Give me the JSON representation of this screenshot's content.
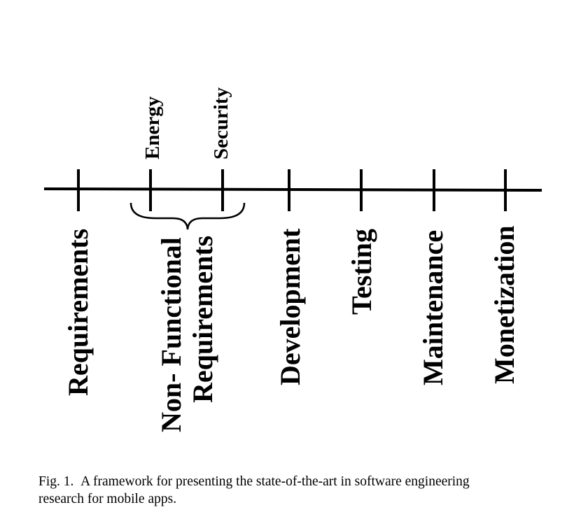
{
  "stages": [
    {
      "id": "requirements",
      "label": "Requirements"
    },
    {
      "id": "non-functional",
      "label_lines": [
        "Non- Functional",
        "Requirements"
      ]
    },
    {
      "id": "development",
      "label": "Development"
    },
    {
      "id": "testing",
      "label": "Testing"
    },
    {
      "id": "maintenance",
      "label": "Maintenance"
    },
    {
      "id": "monetization",
      "label": "Monetization"
    }
  ],
  "sub_labels": [
    "Energy",
    "Security"
  ],
  "caption": {
    "fig": "Fig. 1.",
    "text_line1": "A framework for presenting the state-of-the-art in software engineering",
    "text_line2": "research for mobile apps."
  }
}
